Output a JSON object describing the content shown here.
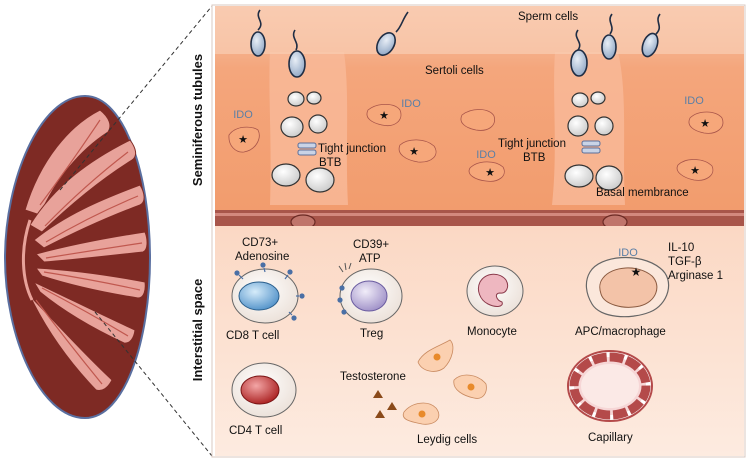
{
  "sections": {
    "tubules": "Seminiferous tubules",
    "interstitial": "Interstitial space"
  },
  "tubule_labels": {
    "sperm": "Sperm cells",
    "sertoli": "Sertoli cells",
    "tj1_line1": "Tight junction",
    "tj1_line2": "BTB",
    "tj2_line1": "Tight junction",
    "tj2_line2": "BTB",
    "basal": "Basal membrance",
    "ido": "IDO"
  },
  "interstitial_labels": {
    "cd73": "CD73+",
    "adenosine": "Adenosine",
    "cd39": "CD39+",
    "atp": "ATP",
    "cd8": "CD8 T cell",
    "treg": "Treg",
    "monocyte": "Monocyte",
    "apc": "APC/macrophage",
    "il10": "IL-10",
    "tgfb": "TGF-β",
    "arginase": "Arginase 1",
    "ido": "IDO",
    "cd4": "CD4 T cell",
    "testosterone": "Testosterone",
    "leydig": "Leydig cells",
    "capillary": "Capillary"
  },
  "colors": {
    "tubule_top": "#f6c3a5",
    "tubule_mid": "#f3a377",
    "interstitial": "#fde6d8",
    "basal_band": "#a8554a",
    "testis_outer": "#7e2a24",
    "ido_text": "#5b7fa6"
  }
}
